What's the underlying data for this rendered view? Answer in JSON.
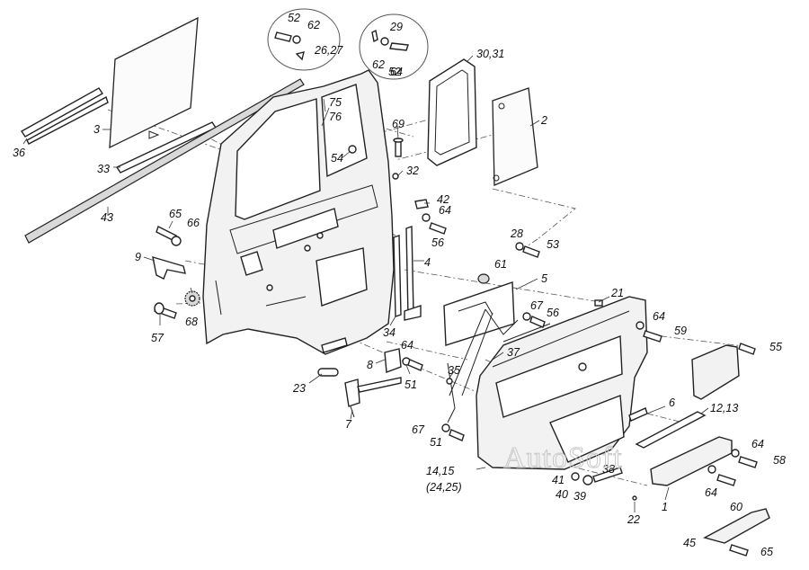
{
  "watermark": "AutoSoft",
  "labels": [
    {
      "id": "1",
      "text": "1"
    },
    {
      "id": "2",
      "text": "2"
    },
    {
      "id": "3",
      "text": "3"
    },
    {
      "id": "4",
      "text": "4"
    },
    {
      "id": "5",
      "text": "5"
    },
    {
      "id": "6",
      "text": "6"
    },
    {
      "id": "7",
      "text": "7"
    },
    {
      "id": "8",
      "text": "8"
    },
    {
      "id": "9",
      "text": "9"
    },
    {
      "id": "12_13",
      "text": "12,13"
    },
    {
      "id": "14_15",
      "text": "14,15"
    },
    {
      "id": "24_25",
      "text": "(24,25)"
    },
    {
      "id": "21",
      "text": "21"
    },
    {
      "id": "22",
      "text": "22"
    },
    {
      "id": "23",
      "text": "23"
    },
    {
      "id": "26_27",
      "text": "26,27"
    },
    {
      "id": "28",
      "text": "28"
    },
    {
      "id": "29",
      "text": "29"
    },
    {
      "id": "30_31",
      "text": "30,31"
    },
    {
      "id": "32",
      "text": "32"
    },
    {
      "id": "33",
      "text": "33"
    },
    {
      "id": "34",
      "text": "34"
    },
    {
      "id": "35",
      "text": "35"
    },
    {
      "id": "36",
      "text": "36"
    },
    {
      "id": "37",
      "text": "37"
    },
    {
      "id": "38",
      "text": "38"
    },
    {
      "id": "39",
      "text": "39"
    },
    {
      "id": "40",
      "text": "40"
    },
    {
      "id": "41",
      "text": "41"
    },
    {
      "id": "42",
      "text": "42"
    },
    {
      "id": "43",
      "text": "43"
    },
    {
      "id": "45",
      "text": "45"
    },
    {
      "id": "51a",
      "text": "51"
    },
    {
      "id": "51b",
      "text": "51"
    },
    {
      "id": "52a",
      "text": "52"
    },
    {
      "id": "52b",
      "text": "52"
    },
    {
      "id": "53",
      "text": "53"
    },
    {
      "id": "54",
      "text": "54"
    },
    {
      "id": "55",
      "text": "55"
    },
    {
      "id": "56a",
      "text": "56"
    },
    {
      "id": "56b",
      "text": "56"
    },
    {
      "id": "57",
      "text": "57"
    },
    {
      "id": "58",
      "text": "58"
    },
    {
      "id": "59",
      "text": "59"
    },
    {
      "id": "60",
      "text": "60"
    },
    {
      "id": "61",
      "text": "61"
    },
    {
      "id": "62a",
      "text": "62"
    },
    {
      "id": "62b",
      "text": "62"
    },
    {
      "id": "64a",
      "text": "64"
    },
    {
      "id": "64b",
      "text": "64"
    },
    {
      "id": "64c",
      "text": "64"
    },
    {
      "id": "64d",
      "text": "64"
    },
    {
      "id": "64e",
      "text": "64"
    },
    {
      "id": "64f",
      "text": "64"
    },
    {
      "id": "65a",
      "text": "65"
    },
    {
      "id": "65b",
      "text": "65"
    },
    {
      "id": "66",
      "text": "66"
    },
    {
      "id": "67a",
      "text": "67"
    },
    {
      "id": "67b",
      "text": "67"
    },
    {
      "id": "68",
      "text": "68"
    },
    {
      "id": "69",
      "text": "69"
    },
    {
      "id": "75",
      "text": "75"
    },
    {
      "id": "76",
      "text": "76"
    }
  ]
}
